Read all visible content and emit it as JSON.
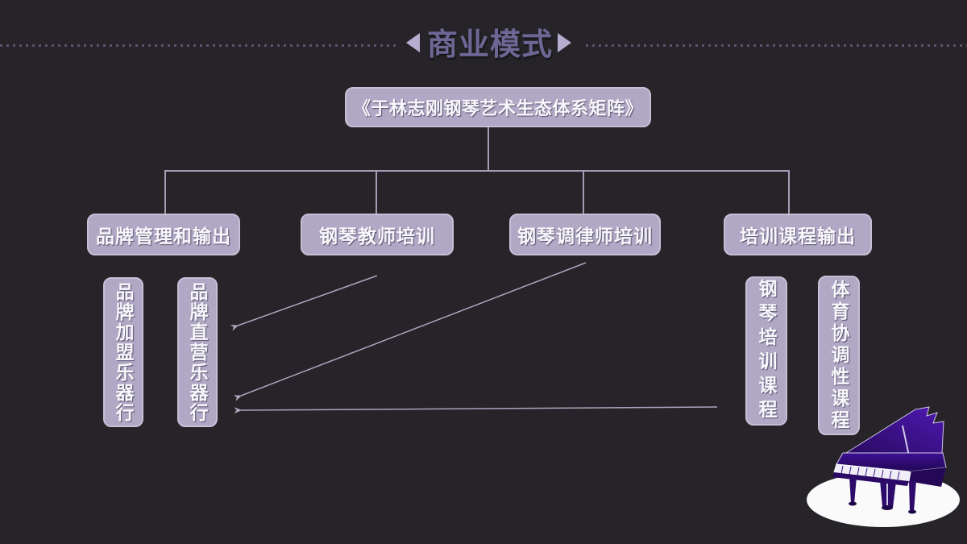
{
  "title": {
    "text": "商业模式",
    "left_arrow_icon": "left-triangle",
    "right_arrow_icon": "right-triangle"
  },
  "diagram": {
    "root_label": "《于林志刚钢琴艺术生态体系矩阵》",
    "level1": [
      {
        "label": "品牌管理和输出"
      },
      {
        "label": "钢琴教师培训"
      },
      {
        "label": "钢琴调律师培训"
      },
      {
        "label": "培训课程输出"
      }
    ],
    "level2": [
      {
        "label": "品牌加盟乐器行"
      },
      {
        "label": "品牌直营乐器行"
      },
      {
        "label": "钢琴培训课程"
      },
      {
        "label": "体育协调性课程"
      }
    ],
    "arrows": [
      {
        "from": "钢琴教师培训",
        "to": "品牌直营乐器行"
      },
      {
        "from": "钢琴调律师培训",
        "to": "品牌直营乐器行"
      },
      {
        "from": "钢琴培训课程",
        "to": "品牌直营乐器行"
      }
    ]
  },
  "colors": {
    "background": "#262428",
    "box_fill": "#b0a8c4",
    "box_border": "#c6c0d6",
    "box_text": "#f8f7fb",
    "title_text": "#6e6795",
    "accent_triangles": "#b5aed1",
    "dotted_rule": "#59536e",
    "connector_line": "#a39db6",
    "arrow_line": "#aaa4bc",
    "piano_purple": "#38108d",
    "spotlight_white": "#fafafa"
  },
  "illustration": {
    "icon": "grand-piano-icon",
    "description": "purple grand piano on white spotlight ellipse"
  }
}
